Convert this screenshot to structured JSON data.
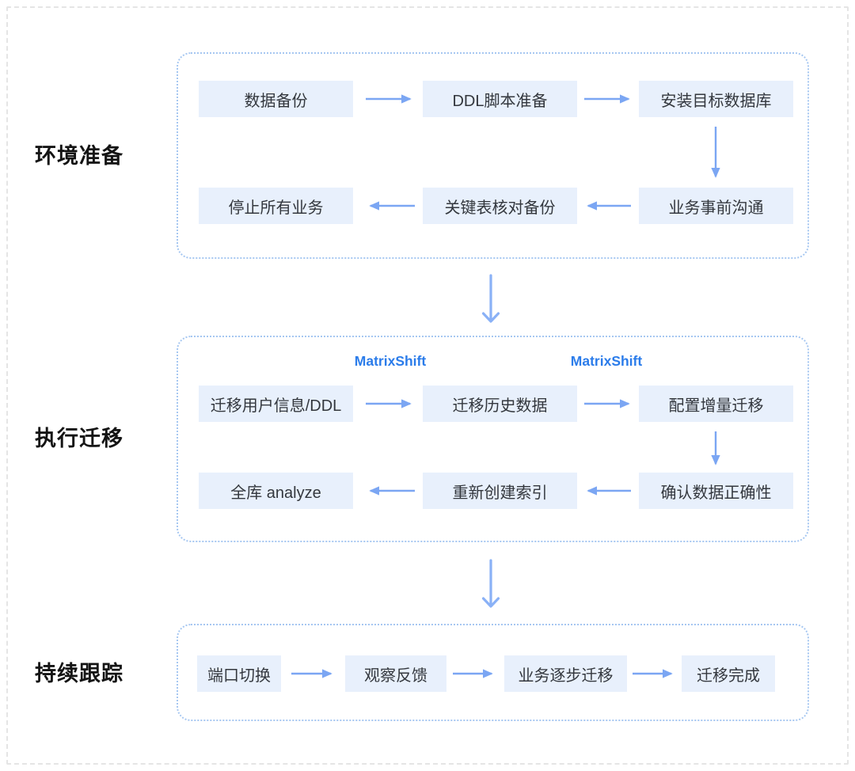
{
  "diagram": {
    "type": "flowchart",
    "stages": 3
  },
  "colors": {
    "accent_blue": "#2b7cea",
    "arrow_blue": "#7ba6f3",
    "connector_blue": "#8ab1f6",
    "node_bg": "#e8f0fc",
    "node_text": "#33373d",
    "section_border": "#a6c7f1",
    "outer_border": "#e5e5e5",
    "label_text": "#141414"
  },
  "sections": {
    "s1": {
      "label": "环境准备",
      "nodes": {
        "n1": "数据备份",
        "n2": "DDL脚本准备",
        "n3": "安装目标数据库",
        "n4": "业务事前沟通",
        "n5": "关键表核对备份",
        "n6": "停止所有业务"
      }
    },
    "s2": {
      "label": "执行迁移",
      "tool_labels": [
        "MatrixShift",
        "MatrixShift"
      ],
      "nodes": {
        "n1": "迁移用户信息/DDL",
        "n2": "迁移历史数据",
        "n3": "配置增量迁移",
        "n4": "确认数据正确性",
        "n5": "重新创建索引",
        "n6": "全库 analyze"
      }
    },
    "s3": {
      "label": "持续跟踪",
      "nodes": {
        "n1": "端口切换",
        "n2": "观察反馈",
        "n3": "业务逐步迁移",
        "n4": "迁移完成"
      }
    }
  }
}
